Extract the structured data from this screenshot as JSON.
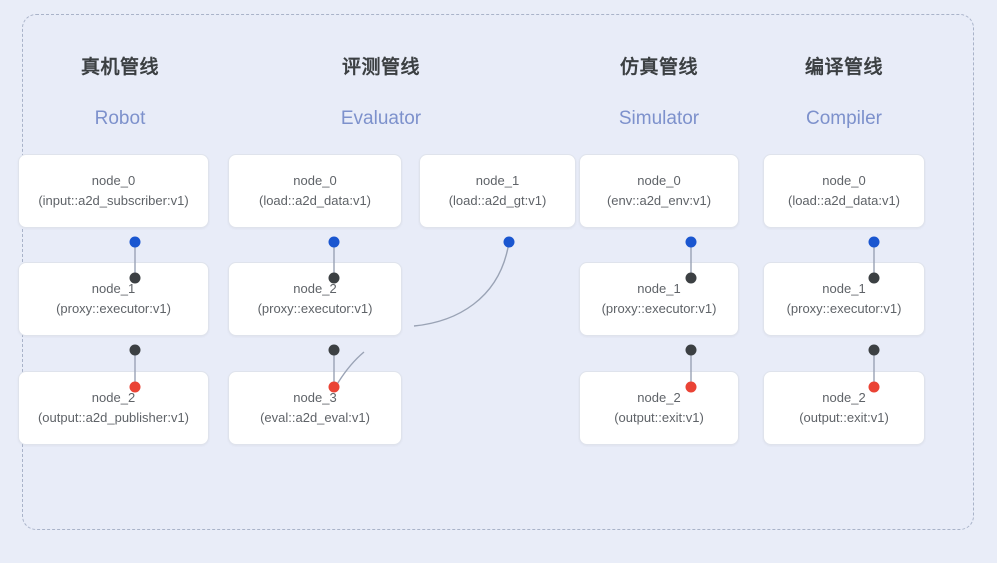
{
  "frame": {
    "border_style": "dashed",
    "border_color": "#a9b3c9",
    "background": "#e8ecf8"
  },
  "palette": {
    "page_background": "#e9edf8",
    "card_background": "#ffffff",
    "card_border": "#dfe3ec",
    "title_color": "#3c4043",
    "subtitle_color": "#7d91cc",
    "node_text_color": "#5f6368",
    "edge_color": "#9aa3b5",
    "port_out_blue": "#1a56d0",
    "port_in_black": "#3c4043",
    "port_terminal_red": "#ea4335"
  },
  "columns": [
    {
      "id": "robot",
      "title": "真机管线",
      "subtitle": "Robot",
      "nodes": [
        {
          "name": "node_0",
          "type": "(input::a2d_subscriber:v1)"
        },
        {
          "name": "node_1",
          "type": "(proxy::executor:v1)"
        },
        {
          "name": "node_2",
          "type": "(output::a2d_publisher:v1)"
        }
      ]
    },
    {
      "id": "evaluator",
      "title": "评测管线",
      "subtitle": "Evaluator",
      "nodes": [
        {
          "name": "node_0",
          "type": "(load::a2d_data:v1)"
        },
        {
          "name": "node_1",
          "type": "(load::a2d_gt:v1)"
        },
        {
          "name": "node_2",
          "type": "(proxy::executor:v1)"
        },
        {
          "name": "node_3",
          "type": "(eval::a2d_eval:v1)"
        }
      ]
    },
    {
      "id": "simulator",
      "title": "仿真管线",
      "subtitle": "Simulator",
      "nodes": [
        {
          "name": "node_0",
          "type": "(env::a2d_env:v1)"
        },
        {
          "name": "node_1",
          "type": "(proxy::executor:v1)"
        },
        {
          "name": "node_2",
          "type": "(output::exit:v1)"
        }
      ]
    },
    {
      "id": "compiler",
      "title": "编译管线",
      "subtitle": "Compiler",
      "nodes": [
        {
          "name": "node_0",
          "type": "(load::a2d_data:v1)"
        },
        {
          "name": "node_1",
          "type": "(proxy::executor:v1)"
        },
        {
          "name": "node_2",
          "type": "(output::exit:v1)"
        }
      ]
    }
  ]
}
